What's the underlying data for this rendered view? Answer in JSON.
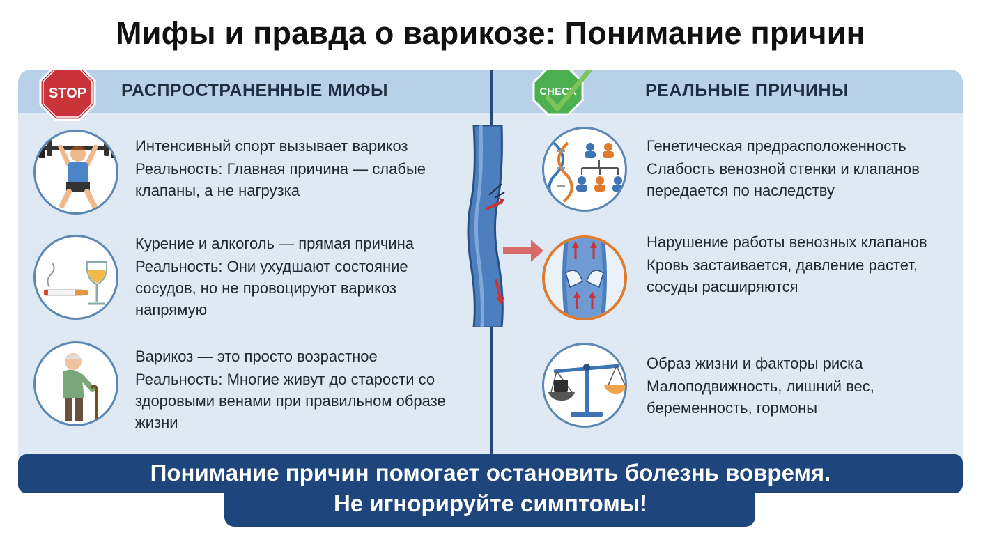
{
  "title": "Мифы и правда о варикозе: Понимание причин",
  "left_column": {
    "heading": "РАСПРОСТРАНЕННЫЕ МИФЫ",
    "badge_text": "STOP",
    "items": [
      {
        "icon": "weightlifter-icon",
        "heading": "Интенсивный спорт вызывает варикоз",
        "body": "Реальность: Главная причина — слабые клапаны, а не нагрузка"
      },
      {
        "icon": "cigarette-wine-icon",
        "heading": "Курение и алкоголь — прямая причина",
        "body": "Реальность: Они ухудшают состояние сосудов, но не провоцируют варикоз напрямую"
      },
      {
        "icon": "elderly-man-icon",
        "heading": "Варикоз — это просто возрастное",
        "body": "Реальность: Многие живут до старости со здоровыми венами при правильном образе жизни"
      }
    ]
  },
  "right_column": {
    "heading": "РЕАЛЬНЫЕ ПРИЧИНЫ",
    "badge_text": "CHECK",
    "items": [
      {
        "icon": "dna-family-tree-icon",
        "heading": "Генетическая предрасположенность",
        "body": "Слабость венозной стенки и клапанов передается по наследству"
      },
      {
        "icon": "vein-valve-icon",
        "heading": "Нарушение работы венозных клапанов",
        "body": "Кровь застаивается, давление растет, сосуды расширяются"
      },
      {
        "icon": "balance-scale-icon",
        "heading": "Образ жизни и факторы риска",
        "body": "Малоподвижность, лишний вес, беременность, гормоны"
      }
    ]
  },
  "banner": {
    "line1": "Понимание причин помогает остановить болезнь вовремя.",
    "line2": "Не игнорируйте симптомы!"
  },
  "colors": {
    "panel": "#dfe9f3",
    "header": "#b9d1e8",
    "accent_blue": "#1f467c",
    "stop_red": "#c8343a",
    "check_green": "#4caf50",
    "highlight_orange": "#e07a2c"
  }
}
